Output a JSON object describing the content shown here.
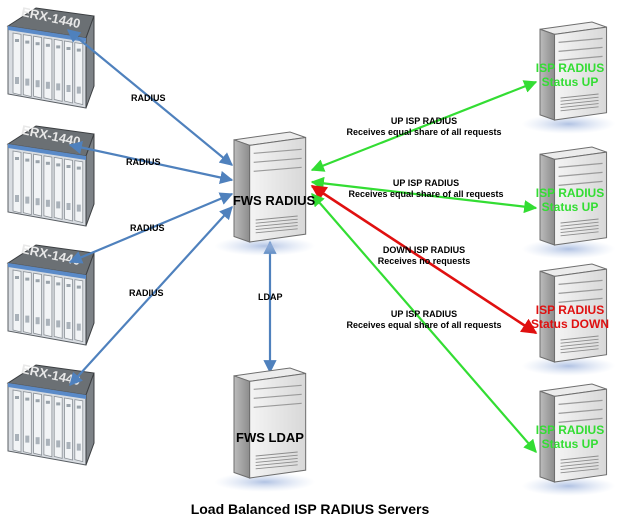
{
  "caption": "Load Balanced ISP RADIUS Servers",
  "colors": {
    "blue_link": "#4f81bd",
    "green_link": "#33dd33",
    "red_link": "#e01010",
    "status_up": "#33dd33",
    "status_down": "#e01010"
  },
  "erx_units": [
    {
      "model": "ERX-1440",
      "link_label": "RADIUS"
    },
    {
      "model": "ERX-1440",
      "link_label": "RADIUS"
    },
    {
      "model": "ERX-1440",
      "link_label": "RADIUS"
    },
    {
      "model": "ERX-1440",
      "link_label": "RADIUS"
    }
  ],
  "fws_radius": {
    "label": "FWS RADIUS"
  },
  "fws_ldap": {
    "label": "FWS LDAP",
    "link_label": "LDAP"
  },
  "isp_servers": [
    {
      "name": "ISP RADIUS",
      "status": "Status UP",
      "state": "up",
      "link_line1": "UP ISP RADIUS",
      "link_line2": "Receives equal share of all requests"
    },
    {
      "name": "ISP RADIUS",
      "status": "Status UP",
      "state": "up",
      "link_line1": "UP ISP RADIUS",
      "link_line2": "Receives equal share of all requests"
    },
    {
      "name": "ISP RADIUS",
      "status": "Status DOWN",
      "state": "down",
      "link_line1": "DOWN ISP RADIUS",
      "link_line2": "Receives no requests"
    },
    {
      "name": "ISP RADIUS",
      "status": "Status UP",
      "state": "up",
      "link_line1": "UP ISP RADIUS",
      "link_line2": "Receives equal share of all requests"
    }
  ]
}
